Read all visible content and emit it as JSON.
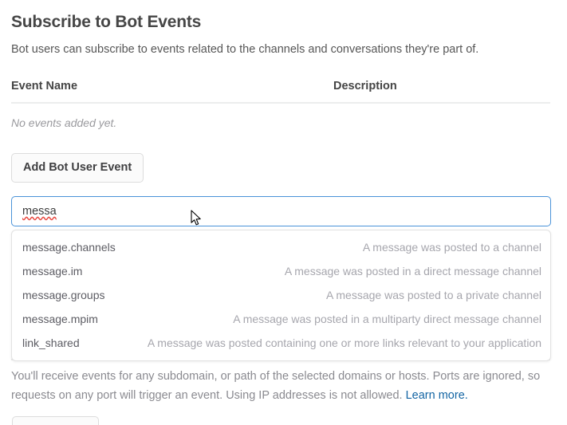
{
  "header": {
    "title": "Subscribe to Bot Events",
    "subtitle": "Bot users can subscribe to events related to the channels and conversations they're part of."
  },
  "events_table": {
    "columns": {
      "event_name": "Event Name",
      "description": "Description"
    },
    "empty_message": "No events added yet."
  },
  "actions": {
    "add_bot_user_event": "Add Bot User Event"
  },
  "combobox": {
    "value": "messa",
    "placeholder": "",
    "spellcheck_flagged": true,
    "focus_border_color": "#4a93d9"
  },
  "suggestions": [
    {
      "name": "message.channels",
      "description": "A message was posted to a channel"
    },
    {
      "name": "message.im",
      "description": "A message was posted in a direct message channel"
    },
    {
      "name": "message.groups",
      "description": "A message was posted to a private channel"
    },
    {
      "name": "message.mpim",
      "description": "A message was posted in a multiparty direct message channel"
    },
    {
      "name": "link_shared",
      "description": "A message was posted containing one or more links relevant to your application"
    }
  ],
  "helper": {
    "text": "You'll receive events for any subdomain, or path of the selected domains or hosts. Ports are ignored, so requests on any port will trigger an event. Using IP addresses is not allowed. ",
    "link_label": "Learn more.",
    "link_color": "#1264a3"
  },
  "colors": {
    "title": "#464646",
    "body": "#565656",
    "muted": "#8a8a90",
    "divider": "#ebebeb",
    "button_border": "#dcdcdc",
    "spellcheck_underline": "#e8453c"
  }
}
